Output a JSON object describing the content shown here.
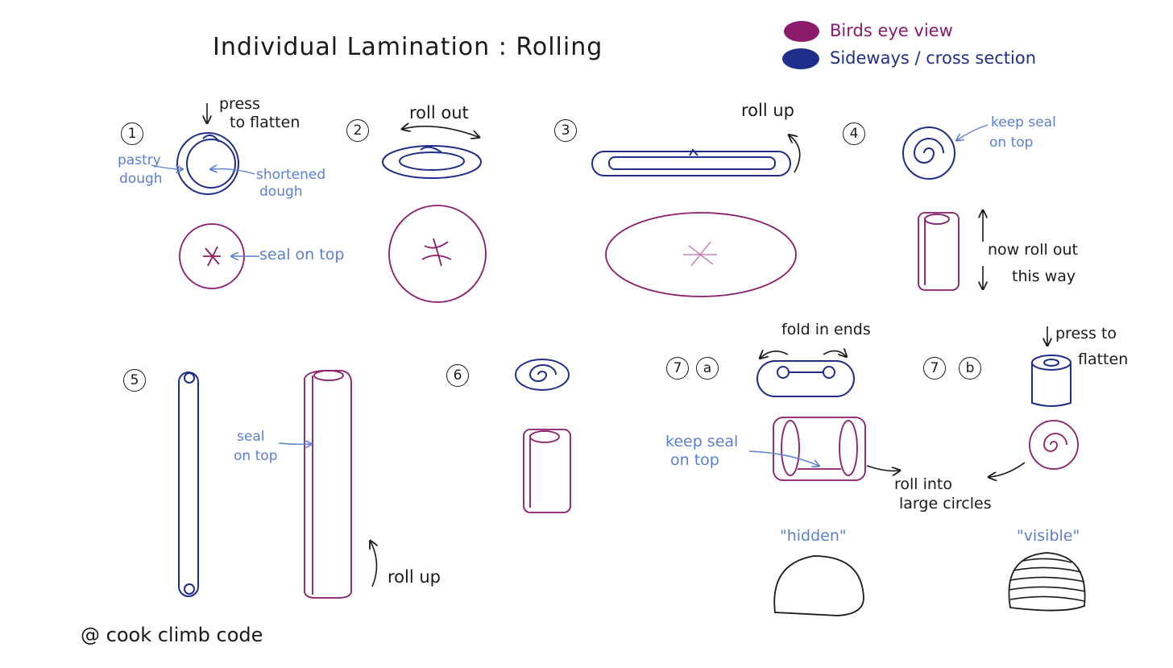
{
  "title": "Individual Lamination : Rolling",
  "legend": {
    "birds_eye": {
      "label": "Birds eye view",
      "color": "#8b1a6b"
    },
    "sideways": {
      "label": "Sideways / cross section",
      "color": "#1f2e8a"
    }
  },
  "colors": {
    "ink": "#1a1a1a",
    "annotation": "#5b7fd0",
    "side": "#1f2e8a",
    "top": "#8b1a6b"
  },
  "steps": {
    "s1": {
      "number": "1",
      "press": [
        "press",
        "to flatten"
      ],
      "pastry": [
        "pastry",
        "dough"
      ],
      "shortened": [
        "shortened",
        "dough"
      ],
      "seal": "seal on top"
    },
    "s2": {
      "number": "2",
      "roll": "roll out"
    },
    "s3": {
      "number": "3",
      "roll": "roll up"
    },
    "s4": {
      "number": "4",
      "keep_seal": [
        "keep seal",
        "on top"
      ],
      "roll_way": [
        "now roll out",
        "this way"
      ]
    },
    "s5": {
      "number": "5",
      "seal": [
        "seal",
        "on top"
      ],
      "roll": "roll up"
    },
    "s6": {
      "number": "6"
    },
    "s7a": {
      "number": "7",
      "letter": "a",
      "fold": "fold in ends",
      "keep_seal": [
        "keep seal",
        "on top"
      ],
      "roll_into": [
        "roll into",
        "large circles"
      ],
      "result": "\"hidden\""
    },
    "s7b": {
      "number": "7",
      "letter": "b",
      "press": [
        "press to",
        "flatten"
      ],
      "result": "\"visible\""
    }
  },
  "credit": "@ cook climb code"
}
